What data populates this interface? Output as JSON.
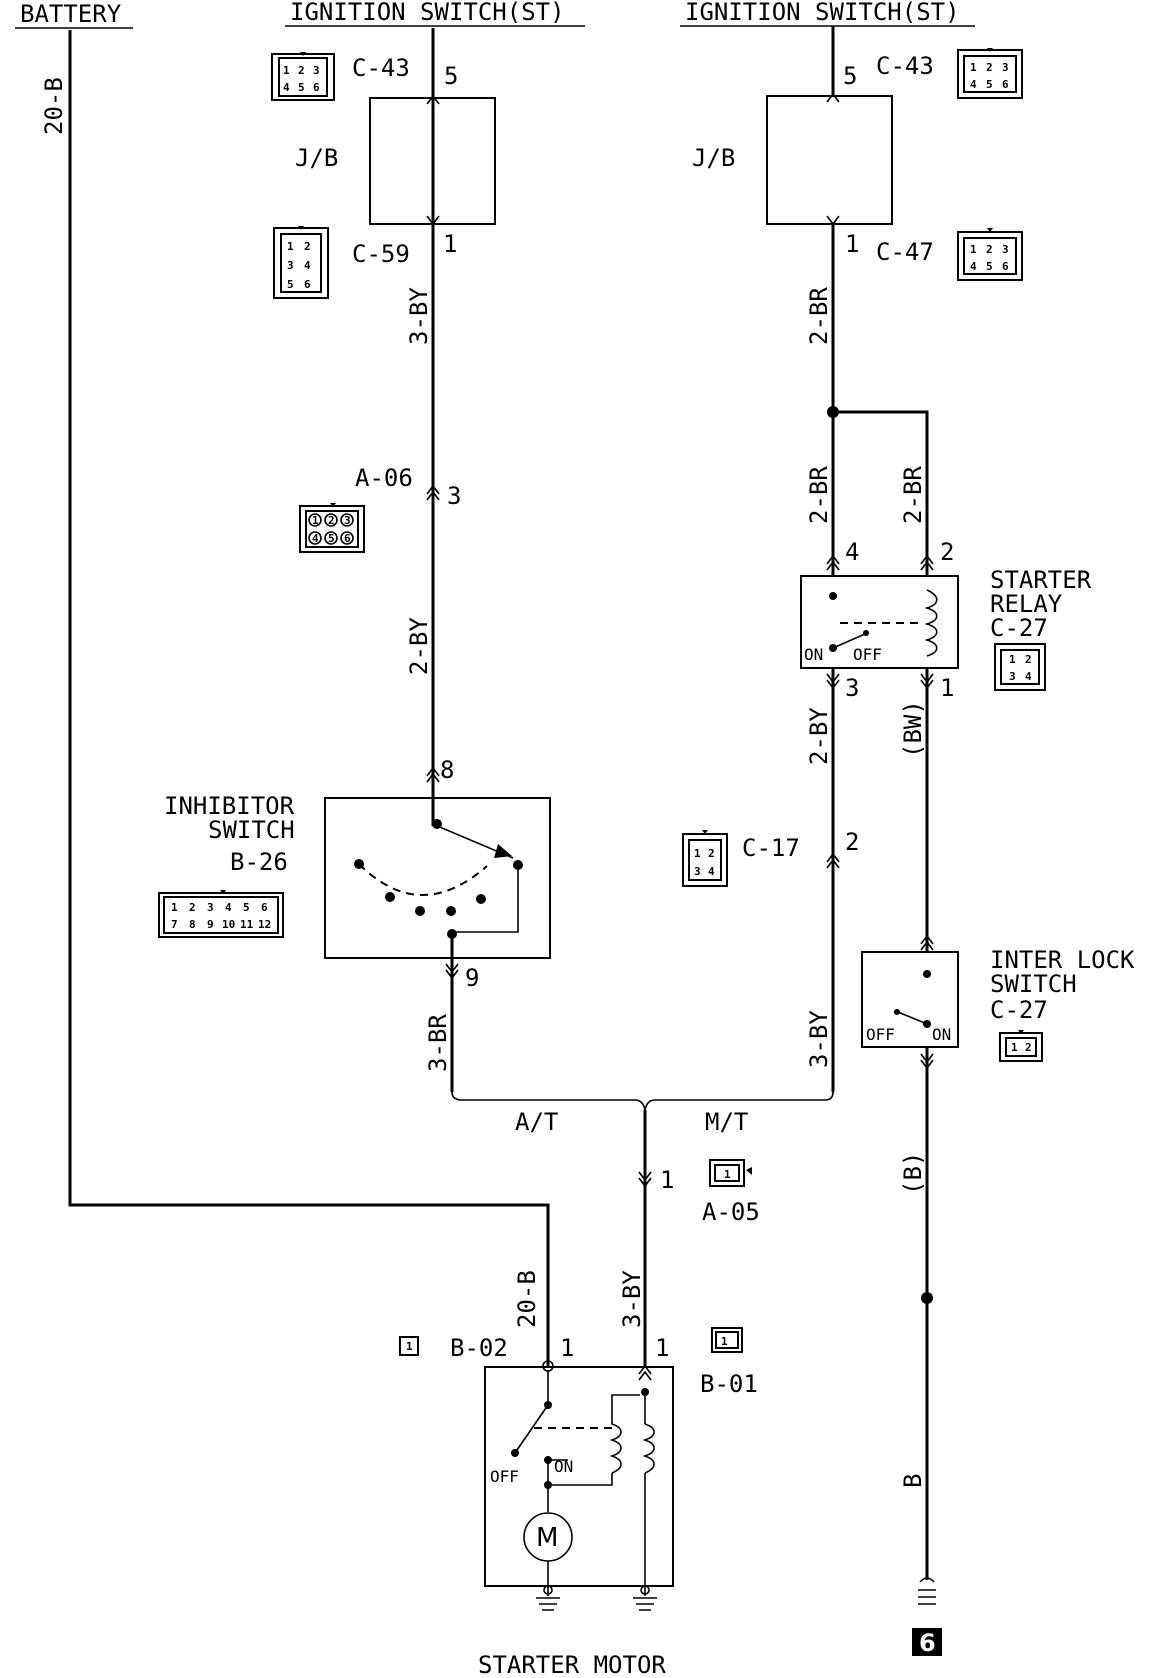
{
  "headers": {
    "battery": "BATTERY",
    "ignition_left": "IGNITION SWITCH(ST)",
    "ignition_right": "IGNITION SWITCH(ST)"
  },
  "wires": {
    "battery": "20-B",
    "left_3by": "3-BY",
    "left_2by": "2-BY",
    "inhibitor_out": "3-BR",
    "right_top_2br": "2-BR",
    "relay_in_2br_a": "2-BR",
    "relay_in_2br_b": "2-BR",
    "relay_out_2by": "2-BY",
    "relay_out_bw": "(BW)",
    "mt_3by": "3-BY",
    "interlock_out_b": "(B)",
    "ground_b": "B",
    "starter_20b": "20-B",
    "starter_3by": "3-BY"
  },
  "connectors": {
    "c43_left": "C-43",
    "c43_right": "C-43",
    "c59": "C-59",
    "c47": "C-47",
    "a06": "A-06",
    "b26": "B-26",
    "c17": "C-17",
    "c27_relay": "C-27",
    "c27_interlock": "C-27",
    "a05": "A-05",
    "b02": "B-02",
    "b01": "B-01"
  },
  "components": {
    "jb_left": "J/B",
    "jb_right": "J/B",
    "inhibitor_line1": "INHIBITOR",
    "inhibitor_line2": "SWITCH",
    "relay_line1": "STARTER",
    "relay_line2": "RELAY",
    "interlock_line1": "INTER LOCK",
    "interlock_line2": "SWITCH",
    "starter_motor": "STARTER MOTOR",
    "motor_symbol": "M",
    "ground_point": "6"
  },
  "pins": {
    "jb_left_in": "5",
    "jb_left_out": "1",
    "jb_right_in": "5",
    "jb_right_out": "1",
    "a06": "3",
    "inhibitor_in": "8",
    "inhibitor_out": "9",
    "relay_4": "4",
    "relay_2": "2",
    "relay_3": "3",
    "relay_1": "1",
    "c17": "2",
    "a05": "1",
    "b02": "1",
    "b01": "1"
  },
  "states": {
    "at": "A/T",
    "mt": "M/T",
    "relay_on": "ON",
    "relay_off": "OFF",
    "interlock_off": "OFF",
    "interlock_on": "ON",
    "motor_off": "OFF",
    "motor_on": "ON"
  },
  "connector_pins": {
    "six": [
      "1",
      "2",
      "3",
      "4",
      "5",
      "6"
    ],
    "c59": [
      "1",
      "2",
      "3",
      "4",
      "5",
      "6"
    ],
    "quad": [
      "1",
      "2",
      "3",
      "4"
    ],
    "b26": [
      "1",
      "2",
      "3",
      "4",
      "5",
      "6",
      "7",
      "8",
      "9",
      "10",
      "11",
      "12"
    ],
    "two": [
      "1",
      "2"
    ],
    "one": [
      "1"
    ]
  },
  "colors": {
    "ink": "#000000",
    "paper": "#ffffff"
  }
}
